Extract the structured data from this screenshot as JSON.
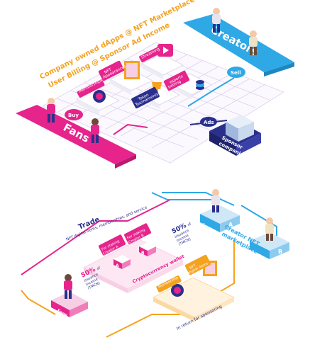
{
  "top": {
    "headline_1": "Company owned dApps @ NFT Marketplace",
    "headline_2": "User Billing @ Sponsor Ad Income",
    "creators_band": "Creators",
    "fans_band": "Fans",
    "buy_label": "Buy",
    "sell_label": "Sell",
    "ads_label": "Ads",
    "sponsor_label_1": "Sponsor",
    "sponsor_label_2": "companies",
    "card_memberships": "Memberships",
    "card_nft_appearance_1": "NFT",
    "card_nft_appearance_2": "Appearances",
    "card_streaming": "Streaming",
    "card_token_1": "Token",
    "card_token_2": "Tournaments",
    "card_esports_1": "esports",
    "card_esports_2": "betting"
  },
  "bottom": {
    "trade_title": "Trade",
    "trade_sub": "NFT digital items, memberships, and service",
    "creator_market_1": "Creator NFT",
    "creator_market_2": "marketplace",
    "creator_a": "Creator",
    "creator_a_letter": "A",
    "creator_b": "Creator",
    "creator_b_letter": "B",
    "fans_label": "Fans",
    "pct_left_big": "50%",
    "pct_left_sub_1": "of",
    "pct_left_sub_2": "issuance",
    "pct_left_sub_3": "income",
    "pct_left_sub_4": "(TMCN)",
    "pct_right_big": "50%",
    "pct_right_sub_1": "of",
    "pct_right_sub_2": "issuance",
    "pct_right_sub_3": "income",
    "pct_right_sub_4": "(TMCN)",
    "staking_a_1": "For staking",
    "staking_a_2": "Creator A",
    "staking_b_1": "For staking",
    "staking_b_2": "Creator B",
    "token_a": "A",
    "token_b": "B",
    "wallet_label": "Cryptocurrency wallet",
    "membership_label": "Membership",
    "nft_items_1": "NFT",
    "nft_items_2": "digital items",
    "sponsor_return": "In return for sponsoring"
  },
  "colors": {
    "creators_blue": "#2fa8e6",
    "fans_magenta": "#e6248c",
    "sponsor_navy": "#2a2f8c",
    "accent_orange": "#f5a21f",
    "grid_lines": "#d8c9ec",
    "pale_pink": "#f7cfe4",
    "pale_blue": "#cfe8f8"
  }
}
